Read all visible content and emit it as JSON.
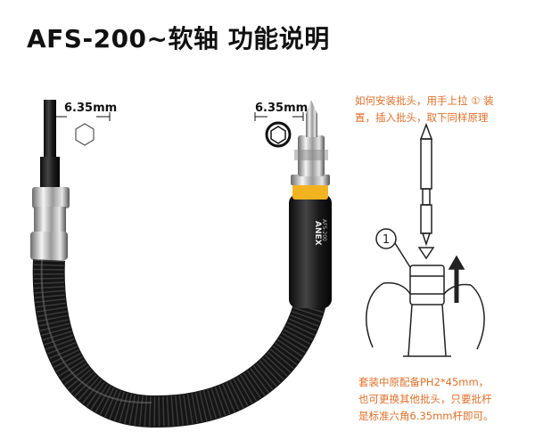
{
  "title": "AFS-200~软轴 功能说明",
  "dimension_left": "6.35mm",
  "dimension_right": "6.35mm",
  "brand_mark": "ANEX",
  "model_mark": "AFS-200",
  "install_note": [
    "如何安装批头，用手上拉 ① 装",
    "置，插入批头，取下同样原理"
  ],
  "callout_number": "1",
  "spec_note": [
    "套装中原配备PH2*45mm，",
    "也可更换其他批头，只要批杆",
    "是标准六角6.35mm杆即可。"
  ],
  "colors": {
    "accent_orange": "#e0702a",
    "ring_yellow": "#f2b320",
    "hose_black": "#1a1a1a",
    "chrome": "#c9c9c9"
  }
}
